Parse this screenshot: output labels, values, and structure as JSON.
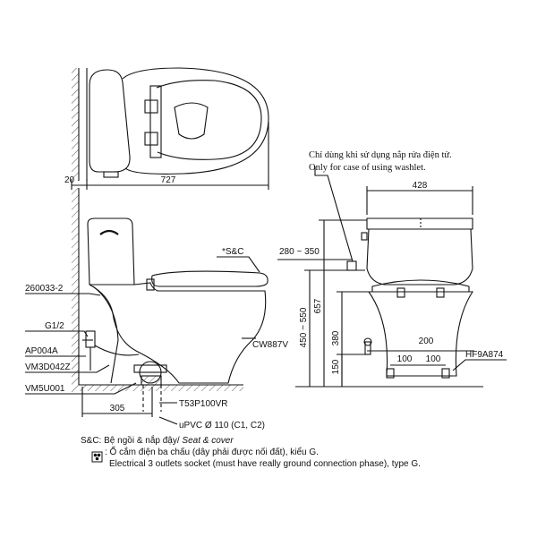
{
  "top_view": {
    "dim_wall": "20",
    "dim_length": "727"
  },
  "side_view": {
    "label_seat_cover": "*S&C",
    "label_260033": "260033-2",
    "label_g12": "G1/2",
    "label_ap004a": "AP004A",
    "label_vm3d042z": "VM3D042Z",
    "label_vm5u001": "VM5U001",
    "label_cw887v": "CW887V",
    "dim_305": "305",
    "label_t53p100vr": "T53P100VR",
    "label_upvc": "uPVC Ø 110 (C1, C2)"
  },
  "front_view": {
    "note_vi": "Chỉ dùng khi sử dụng nắp rửa điện tử.",
    "note_en": "Only for case of using washlet.",
    "dim_428": "428",
    "dim_280_350": "280 ~ 350",
    "dim_657": "657",
    "dim_450_550": "450 ~ 550",
    "dim_380": "380",
    "dim_150": "150",
    "dim_200": "200",
    "dim_100_left": "100",
    "dim_100_right": "100",
    "label_hf9a874": "HF9A874"
  },
  "legend": {
    "sc_prefix": "S&C: Bệ ngồi & nắp đậy/",
    "sc_italic": "Seat & cover",
    "socket_vi": ": Ổ cắm điện ba chấu (dây phải được nối đất), kiểu G.",
    "socket_en": "Electrical 3 outlets socket (must have really ground connection phase), type G."
  }
}
